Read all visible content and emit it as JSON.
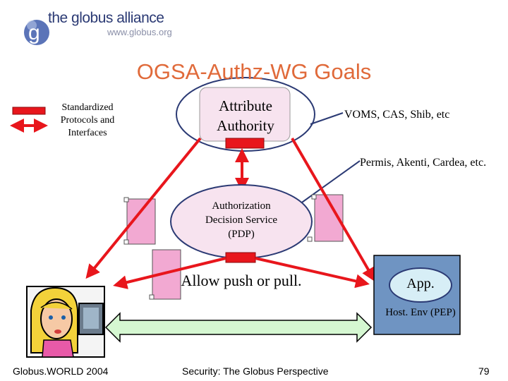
{
  "header": {
    "logo_text": "the globus alliance",
    "logo_url": "www.globus.org",
    "logo_letter": "g"
  },
  "title": "OGSA-Authz-WG Goals",
  "legend": {
    "text": "Standardized Protocols and Interfaces"
  },
  "nodes": {
    "attribute_authority": "Attribute Authority",
    "pdp": "Authorization Decision Service (PDP)",
    "app": "App.",
    "host_env": "Host. Env (PEP)"
  },
  "annotations": {
    "voms": "VOMS, CAS, Shib, etc",
    "permis": "Permis, Akenti, Cardea, etc.",
    "push_pull": "Allow push or pull."
  },
  "footer": {
    "left": "Globus.WORLD 2004",
    "center": "Security: The Globus Perspective",
    "page": "79"
  },
  "colors": {
    "title": "#e06a3a",
    "arrow": "#e8161c",
    "ellipse_fill": "#f7e3ef",
    "ellipse_stroke": "#2b3a74",
    "host_box": "#6f94c2",
    "green_arrow": "#d5f7d1",
    "scroll": "#f2a9d2"
  }
}
